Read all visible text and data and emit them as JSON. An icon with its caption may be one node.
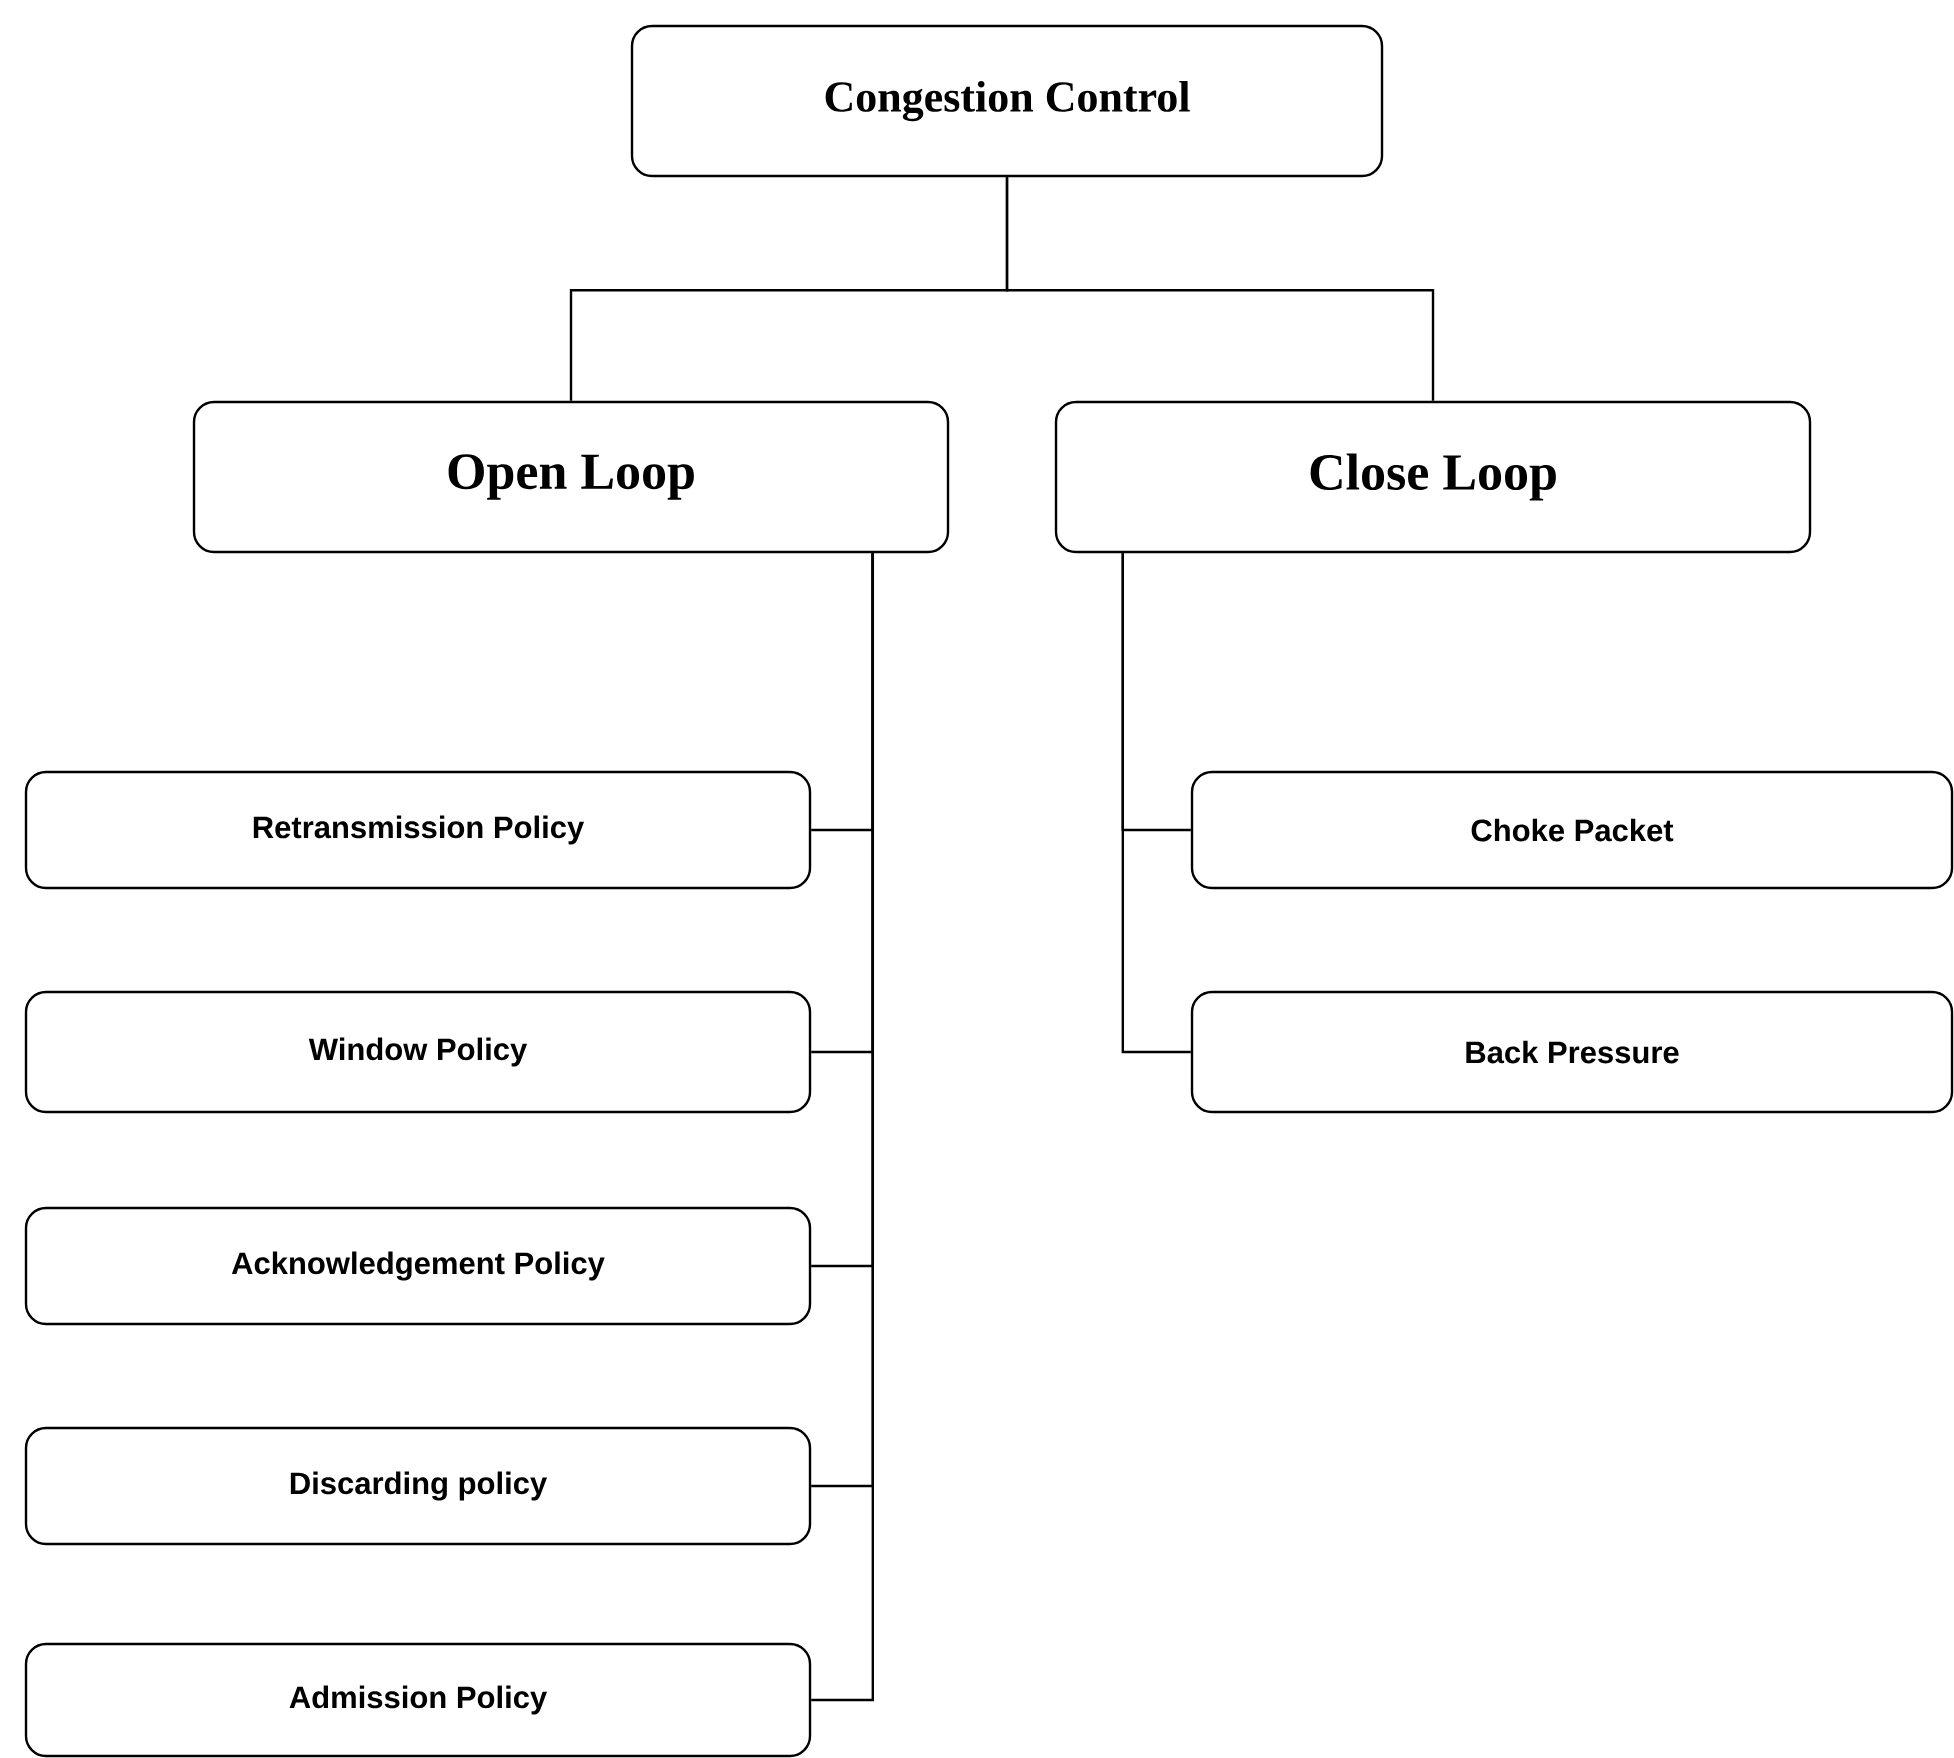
{
  "diagram": {
    "nodes": [
      {
        "text": [
          "Congestion Control"
        ]
      },
      {
        "text": [
          "Open Loop"
        ]
      },
      {
        "text": [
          "Close Loop"
        ]
      },
      {
        "text": [
          "Retransmission Policy"
        ]
      },
      {
        "text": [
          "Window Policy"
        ]
      },
      {
        "text": [
          "Acknowledgement Policy"
        ]
      },
      {
        "text": [
          "Discarding policy"
        ]
      },
      {
        "text": [
          "Admission Policy"
        ]
      },
      {
        "text": [
          "Choke Packet"
        ]
      },
      {
        "text": [
          "Back Pressure"
        ]
      }
    ],
    "edges": [
      {
        "from": 0,
        "to": 1,
        "arrow": "none"
      },
      {
        "from": 0,
        "to": 2,
        "arrow": "none"
      },
      {
        "from": 1,
        "to": 3,
        "arrow": "none"
      },
      {
        "from": 1,
        "to": 4,
        "arrow": "none"
      },
      {
        "from": 1,
        "to": 5,
        "arrow": "none"
      },
      {
        "from": 1,
        "to": 6,
        "arrow": "none"
      },
      {
        "from": 1,
        "to": 7,
        "arrow": "none"
      },
      {
        "from": 2,
        "to": 8,
        "arrow": "none"
      },
      {
        "from": 2,
        "to": 9,
        "arrow": "none"
      }
    ]
  }
}
